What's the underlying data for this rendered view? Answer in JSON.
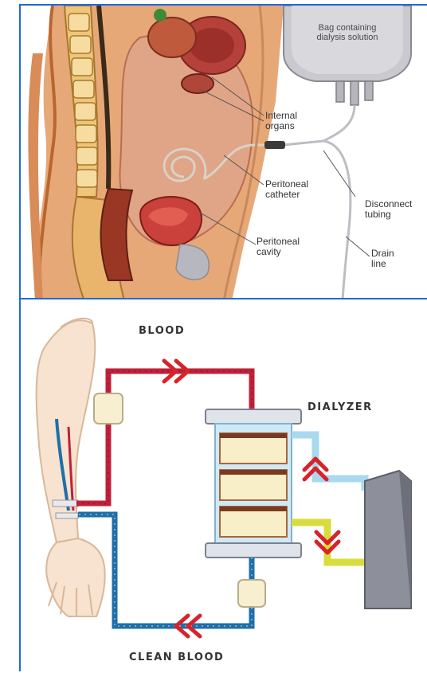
{
  "top_panel": {
    "bag_label": "Bag containing\ndialysis solution",
    "labels": {
      "internal_organs": "Internal\norgans",
      "peritoneal_catheter": "Peritoneal\ncatheter",
      "peritoneal_cavity": "Peritoneal\ncavity",
      "disconnect_tubing": "Disconnect\ntubing",
      "drain_line": "Drain\nline"
    }
  },
  "bottom_panel": {
    "blood_label": "BLOOD",
    "dialyzer_label": "DIALYZER",
    "clean_blood_label": "CLEAN BLOOD"
  },
  "colors": {
    "panel_border": "#1e6bd6",
    "red_tube": "#c0213a",
    "blue_tube": "#1f6fa8",
    "light_blue_tube": "#a9d9ef",
    "yellow_tube": "#d8dc3c",
    "arrow_red": "#d8232a"
  }
}
